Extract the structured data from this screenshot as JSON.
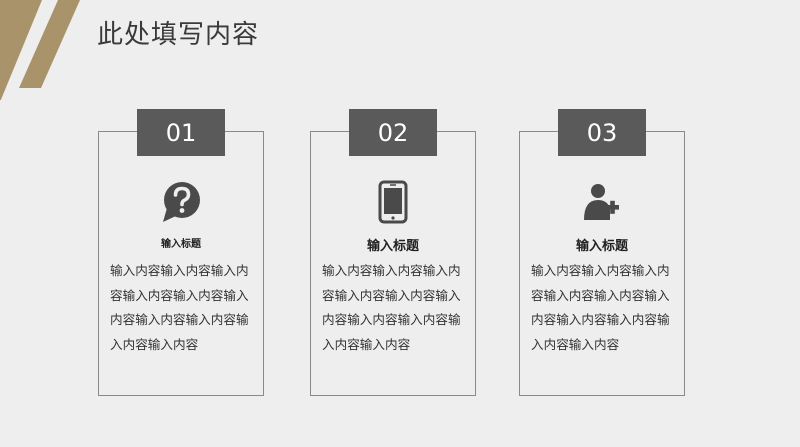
{
  "page": {
    "title": "此处填写内容"
  },
  "cards": [
    {
      "number": "01",
      "icon": "question-bubble-icon",
      "title": "输入标题",
      "body": "输入内容输入内容输入内容输入内容输入内容输入内容输入内容输入内容输入内容输入内容"
    },
    {
      "number": "02",
      "icon": "smartphone-icon",
      "title": "输入标题",
      "body": "输入内容输入内容输入内容输入内容输入内容输入内容输入内容输入内容输入内容输入内容"
    },
    {
      "number": "03",
      "icon": "add-user-icon",
      "title": "输入标题",
      "body": "输入内容输入内容输入内容输入内容输入内容输入内容输入内容输入内容输入内容输入内容"
    }
  ],
  "colors": {
    "accent_gold": "#a8936a",
    "badge_gray": "#5a5a5a",
    "border_gray": "#8a8a8a",
    "icon_gray": "#4a4a4a",
    "background": "#eeeeee"
  }
}
